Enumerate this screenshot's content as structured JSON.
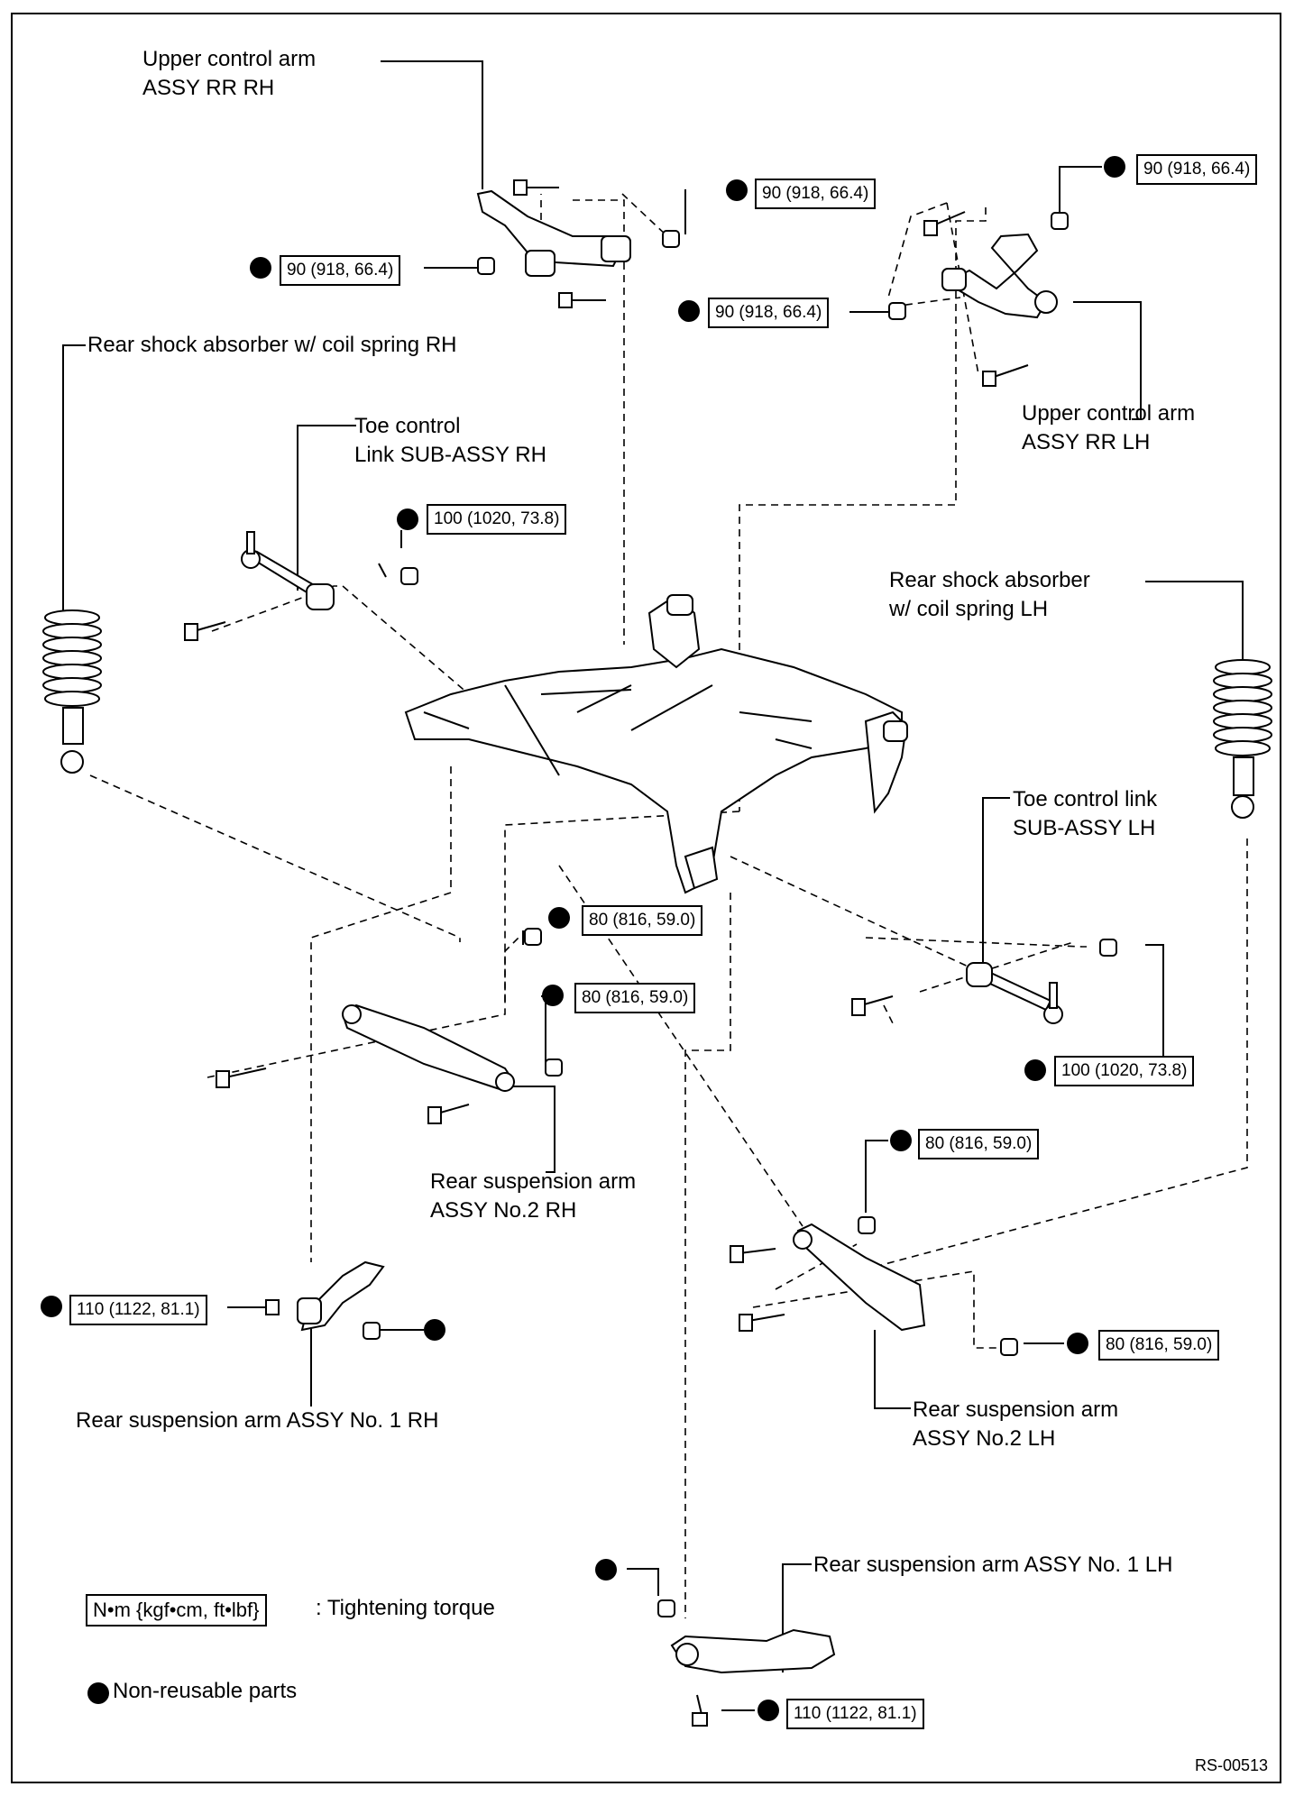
{
  "labels": {
    "upper_arm_rh": "Upper control arm\nASSY RR RH",
    "upper_arm_lh": "Upper control arm\nASSY RR LH",
    "shock_rh": "Rear shock absorber w/ coil spring RH",
    "shock_lh": "Rear shock absorber\nw/ coil spring LH",
    "toe_link_rh": "Toe control\nLink SUB-ASSY RH",
    "toe_link_lh": "Toe control link\nSUB-ASSY LH",
    "arm2_rh": "Rear suspension arm\nASSY No.2 RH",
    "arm2_lh": "Rear suspension arm\nASSY No.2 LH",
    "arm1_rh": "Rear suspension arm ASSY No. 1 RH",
    "arm1_lh": "Rear suspension arm ASSY No. 1 LH"
  },
  "torques": {
    "upper_rh_nut_top": "90 (918, 66.4)",
    "upper_rh_nut_left": "90 (918, 66.4)",
    "upper_lh_nut_top": "90 (918, 66.4)",
    "upper_lh_nut_left": "90 (918, 66.4)",
    "toe_rh": "100 (1020, 73.8)",
    "toe_lh": "100 (1020, 73.8)",
    "arm2_rh_a": "80 (816, 59.0)",
    "arm2_rh_b": "80 (816, 59.0)",
    "arm2_lh_a": "80 (816, 59.0)",
    "arm2_lh_b": "80 (816, 59.0)",
    "arm1_rh": "110 (1122, 81.1)",
    "arm1_lh": "110 (1122, 81.1)"
  },
  "legend": {
    "torque_unit_box": "N•m {kgf•cm, ft•lbf}",
    "torque_unit_text": ": Tightening torque",
    "non_reusable": "Non-reusable parts"
  },
  "figure_code": "RS-00513",
  "colors": {
    "line": "#000000",
    "background": "#ffffff"
  }
}
